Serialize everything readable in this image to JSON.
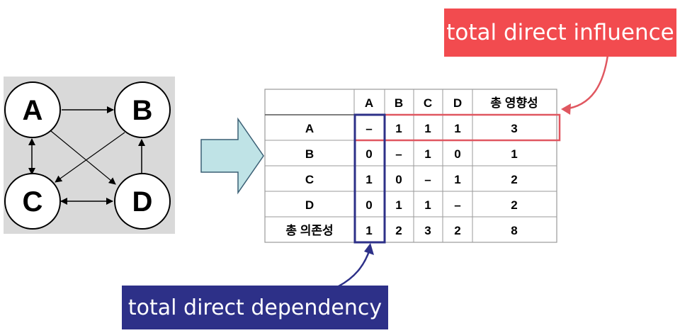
{
  "graph": {
    "nodes": [
      {
        "id": "A",
        "label": "A"
      },
      {
        "id": "B",
        "label": "B"
      },
      {
        "id": "C",
        "label": "C"
      },
      {
        "id": "D",
        "label": "D"
      }
    ]
  },
  "matrix": {
    "column_headers": [
      "A",
      "B",
      "C",
      "D",
      "총 영향성"
    ],
    "rows": [
      {
        "label": "A",
        "cells": [
          "–",
          "1",
          "1",
          "1",
          "3"
        ]
      },
      {
        "label": "B",
        "cells": [
          "0",
          "–",
          "1",
          "0",
          "1"
        ]
      },
      {
        "label": "C",
        "cells": [
          "1",
          "0",
          "–",
          "1",
          "2"
        ]
      },
      {
        "label": "D",
        "cells": [
          "0",
          "1",
          "1",
          "–",
          "2"
        ]
      },
      {
        "label": "총 의존성",
        "cells": [
          "1",
          "2",
          "3",
          "2",
          "8"
        ]
      }
    ]
  },
  "callouts": {
    "influence": "total direct influence",
    "dependency": "total direct dependency"
  },
  "colors": {
    "influence": "#f24b4f",
    "influence_outline": "#e05760",
    "dependency": "#2d3088",
    "arrow_fill": "#bfe3e6",
    "graph_background": "#d9d9d9"
  }
}
